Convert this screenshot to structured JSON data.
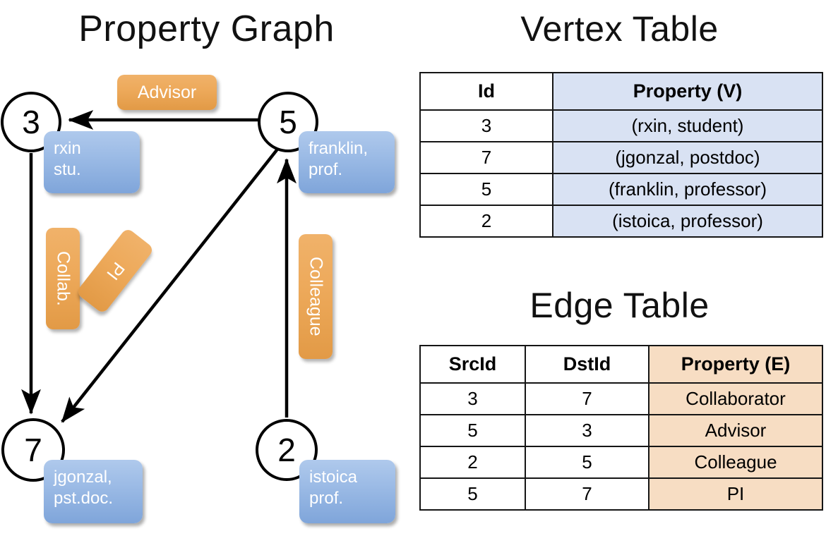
{
  "panels": {
    "graph_title": "Property Graph",
    "vertex_table_title": "Vertex Table",
    "edge_table_title": "Edge Table"
  },
  "colors": {
    "vertex_property_fill": "#d9e2f3",
    "edge_property_fill": "#f7ddc3",
    "node_box_blue": "#9dbce6",
    "edge_label_orange": "#eda95a",
    "stroke": "#000000",
    "background": "#ffffff"
  },
  "graph": {
    "nodes": [
      {
        "id": "3",
        "property_line1": "rxin",
        "property_line2": "stu."
      },
      {
        "id": "5",
        "property_line1": "franklin,",
        "property_line2": "prof."
      },
      {
        "id": "7",
        "property_line1": "jgonzal,",
        "property_line2": "pst.doc."
      },
      {
        "id": "2",
        "property_line1": "istoica",
        "property_line2": "prof."
      }
    ],
    "edge_labels": [
      {
        "key": "advisor",
        "text": "Advisor",
        "orientation": "horizontal"
      },
      {
        "key": "collab",
        "text": "Collab.",
        "orientation": "vertical"
      },
      {
        "key": "pi",
        "text": "PI",
        "orientation": "diagonal"
      },
      {
        "key": "colleague",
        "text": "Colleague",
        "orientation": "vertical"
      }
    ],
    "edges": [
      {
        "from": "5",
        "to": "3",
        "label": "Advisor"
      },
      {
        "from": "3",
        "to": "7",
        "label": "Collab."
      },
      {
        "from": "5",
        "to": "7",
        "label": "PI"
      },
      {
        "from": "2",
        "to": "5",
        "label": "Colleague"
      }
    ]
  },
  "vertex_table": {
    "headers": [
      "Id",
      "Property (V)"
    ],
    "rows": [
      {
        "id": "3",
        "property": "(rxin, student)"
      },
      {
        "id": "7",
        "property": "(jgonzal, postdoc)"
      },
      {
        "id": "5",
        "property": "(franklin, professor)"
      },
      {
        "id": "2",
        "property": "(istoica, professor)"
      }
    ]
  },
  "edge_table": {
    "headers": [
      "SrcId",
      "DstId",
      "Property (E)"
    ],
    "rows": [
      {
        "src": "3",
        "dst": "7",
        "property": "Collaborator"
      },
      {
        "src": "5",
        "dst": "3",
        "property": "Advisor"
      },
      {
        "src": "2",
        "dst": "5",
        "property": "Colleague"
      },
      {
        "src": "5",
        "dst": "7",
        "property": "PI"
      }
    ]
  }
}
